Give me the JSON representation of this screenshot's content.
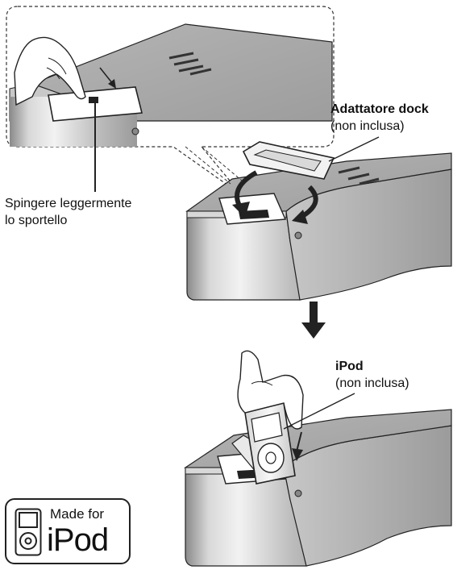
{
  "labels": {
    "dock_adapter_title": "Adattatore dock",
    "dock_adapter_note": "(non inclusa)",
    "door_line1": "Spingere leggermente",
    "door_line2": "lo sportello",
    "ipod_title": "iPod",
    "ipod_note": "(non inclusa)"
  },
  "badge": {
    "made_for": "Made for",
    "product": "iPod"
  },
  "colors": {
    "line": "#222222",
    "metal_light": "#e6e6e6",
    "metal_mid": "#bdbdbd",
    "metal_dark": "#8f8f8f",
    "top_gray": "#a9a9a9"
  }
}
